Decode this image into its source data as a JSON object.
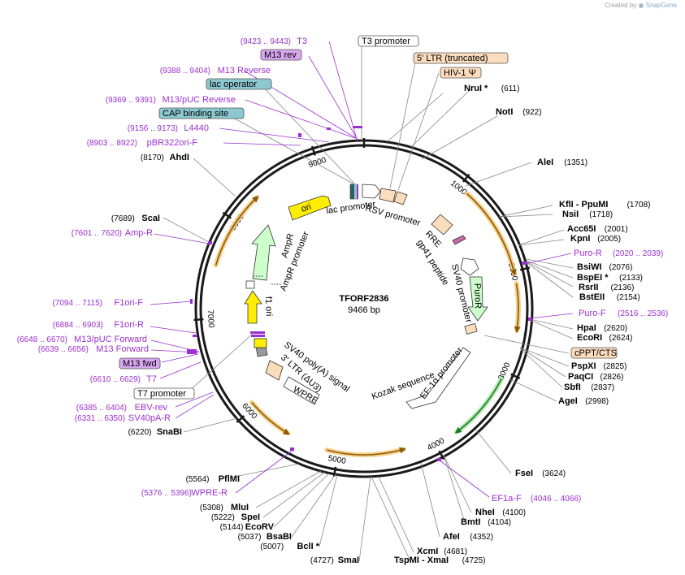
{
  "credit": {
    "prefix": "Created by",
    "brand": "SnapGene"
  },
  "plasmid": {
    "name": "TFORF2836",
    "size_label": "9466 bp",
    "length": 9466
  },
  "scale_ticks": [
    {
      "pos": 1000,
      "label": "1000"
    },
    {
      "pos": 2000,
      "label": "2000"
    },
    {
      "pos": 3000,
      "label": "3000"
    },
    {
      "pos": 4000,
      "label": "4000"
    },
    {
      "pos": 5000,
      "label": "5000"
    },
    {
      "pos": 6000,
      "label": "6000"
    },
    {
      "pos": 7000,
      "label": "7000"
    },
    {
      "pos": 8000,
      "label": "8000"
    },
    {
      "pos": 9000,
      "label": "9000"
    }
  ],
  "enzymes": [
    {
      "name": "NruI *",
      "pos": "(611)"
    },
    {
      "name": "NotI",
      "pos": "(922)"
    },
    {
      "name": "AleI",
      "pos": "(1351)"
    },
    {
      "name": "KflI - PpuMI",
      "pos": "(1708)"
    },
    {
      "name": "NsiI",
      "pos": "(1718)"
    },
    {
      "name": "Acc65I",
      "pos": "(2001)"
    },
    {
      "name": "KpnI",
      "pos": "(2005)"
    },
    {
      "name": "BsiWI",
      "pos": "(2076)"
    },
    {
      "name": "BspEI *",
      "pos": "(2133)"
    },
    {
      "name": "RsrII",
      "pos": "(2136)"
    },
    {
      "name": "BstEII",
      "pos": "(2154)"
    },
    {
      "name": "HpaI",
      "pos": "(2620)"
    },
    {
      "name": "EcoRI",
      "pos": "(2624)"
    },
    {
      "name": "PspXI",
      "pos": "(2825)"
    },
    {
      "name": "PaqCI",
      "pos": "(2826)"
    },
    {
      "name": "SbfI",
      "pos": "(2837)"
    },
    {
      "name": "AgeI",
      "pos": "(2998)"
    },
    {
      "name": "FseI",
      "pos": "(3624)"
    },
    {
      "name": "NheI",
      "pos": "(4100)"
    },
    {
      "name": "BmtI",
      "pos": "(4104)"
    },
    {
      "name": "AfeI",
      "pos": "(4352)"
    },
    {
      "name": "XcmI",
      "pos": "(4681)"
    },
    {
      "name": "TspMI - XmaI",
      "pos": "(4725)"
    },
    {
      "name": "SmaI",
      "pos": "(4727)"
    },
    {
      "name": "BclI *",
      "pos": "(5007)"
    },
    {
      "name": "BsaBI",
      "pos": "(5037)"
    },
    {
      "name": "EcoRV",
      "pos": "(5144)"
    },
    {
      "name": "SpeI",
      "pos": "(5222)"
    },
    {
      "name": "MluI",
      "pos": "(5308)"
    },
    {
      "name": "PflMI",
      "pos": "(5564)"
    },
    {
      "name": "SnaBI",
      "pos": "(6220)"
    },
    {
      "name": "ScaI",
      "pos": "(7689)"
    },
    {
      "name": "AhdI",
      "pos": "(8170)"
    }
  ],
  "primers": [
    {
      "name": "T3",
      "pos": "(9423 .. 9443)"
    },
    {
      "name": "M13 Reverse",
      "pos": "(9388 .. 9404)"
    },
    {
      "name": "M13/pUC Reverse",
      "pos": "(9369 .. 9391)"
    },
    {
      "name": "L4440",
      "pos": "(9156 .. 9173)"
    },
    {
      "name": "pBR322ori-F",
      "pos": "(8903 .. 8922)"
    },
    {
      "name": "Amp-R",
      "pos": "(7601 .. 7620)"
    },
    {
      "name": "F1ori-F",
      "pos": "(7094 .. 7115)"
    },
    {
      "name": "F1ori-R",
      "pos": "(6884 .. 6903)"
    },
    {
      "name": "M13/pUC Forward",
      "pos": "(6648 .. 6670)"
    },
    {
      "name": "M13 Forward",
      "pos": "(6639 .. 6656)"
    },
    {
      "name": "T7",
      "pos": "(6610 .. 6629)"
    },
    {
      "name": "EBV-rev",
      "pos": "(6385 .. 6404)"
    },
    {
      "name": "SV40pA-R",
      "pos": "(6331 .. 6350)"
    },
    {
      "name": "WPRE-R",
      "pos": "(5376 .. 5396)"
    },
    {
      "name": "EF1a-F",
      "pos": "(4046 .. 4066)"
    },
    {
      "name": "Puro-R",
      "pos": "(2020 .. 2039)"
    },
    {
      "name": "Puro-F",
      "pos": "(2516 .. 2536)"
    }
  ],
  "boxed_labels": [
    {
      "text": "T3 promoter",
      "fill": "#ffffff"
    },
    {
      "text": "M13 rev",
      "fill": "#d9a6f0"
    },
    {
      "text": "lac operator",
      "fill": "#8cc8cf"
    },
    {
      "text": "CAP binding site",
      "fill": "#8cc8cf"
    },
    {
      "text": "5' LTR (truncated)",
      "fill": "#fbdcbd"
    },
    {
      "text": "HIV-1 Ψ",
      "fill": "#fbdcbd"
    },
    {
      "text": "cPPT/CTS",
      "fill": "#fbdcbd"
    },
    {
      "text": "M13 fwd",
      "fill": "#d9a6f0"
    },
    {
      "text": "T7 promoter",
      "fill": "#ffffff"
    }
  ],
  "inner_features": [
    "ori",
    "lac promoter",
    "RSV promoter",
    "RRE",
    "gp41 peptide",
    "SV40 promoter",
    "PuroR",
    "EF-1α promoter",
    "Kozak sequence",
    "WPRE",
    "3' LTR (ΔU3)",
    "SV40 poly(A) signal",
    "f1 ori",
    "AmpR promoter",
    "AmpR"
  ],
  "colors": {
    "backbone": "#1a1a1a",
    "primer": "#9b30d0",
    "orf_arc": "#f4a939",
    "orf_shaft": "#8a5a00",
    "ori": "#ffee00",
    "ampr": "#ccffcc",
    "ltr": "#fbdcbd",
    "puror": "#ccffcc",
    "green_arc": "#3fae3f"
  }
}
